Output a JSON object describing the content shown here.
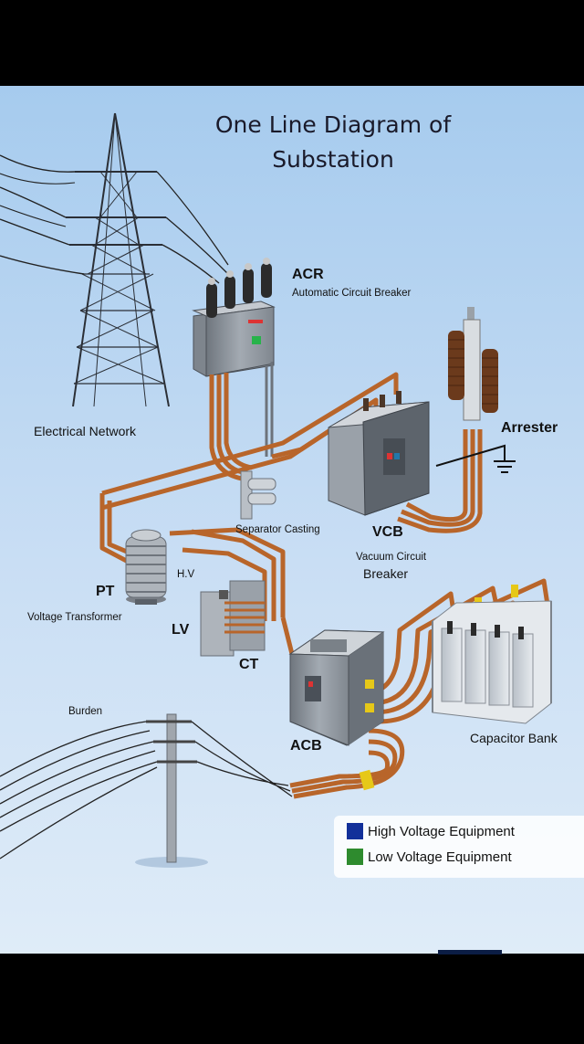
{
  "title": {
    "line1": "One Line Diagram of",
    "line2": "Substation"
  },
  "labels": {
    "acr_abbr": "ACR",
    "acr_full": "Automatic Circuit Breaker",
    "electrical_network": "Electrical Network",
    "arrester": "Arrester",
    "separator_casting": "Separator Casting",
    "vcb_abbr": "VCB",
    "vcb_full_line1": "Vacuum Circuit",
    "vcb_full_line2": "Breaker",
    "pt": "PT",
    "hv": "H.V",
    "voltage_transformer": "Voltage Transformer",
    "lv": "LV",
    "ct": "CT",
    "burden": "Burden",
    "acb": "ACB",
    "capacitor_bank": "Capacitor Bank"
  },
  "legend": {
    "items": [
      {
        "label": "High Voltage Equipment",
        "color": "#12309a"
      },
      {
        "label": "Low Voltage Equipment",
        "color": "#2e8b2e"
      }
    ]
  },
  "colors": {
    "background_top": "#a9cdef",
    "background_bottom": "#dceaf8",
    "copper": "#c0692c",
    "equipment_grey": "#8d949c",
    "frame_black": "#000000"
  }
}
